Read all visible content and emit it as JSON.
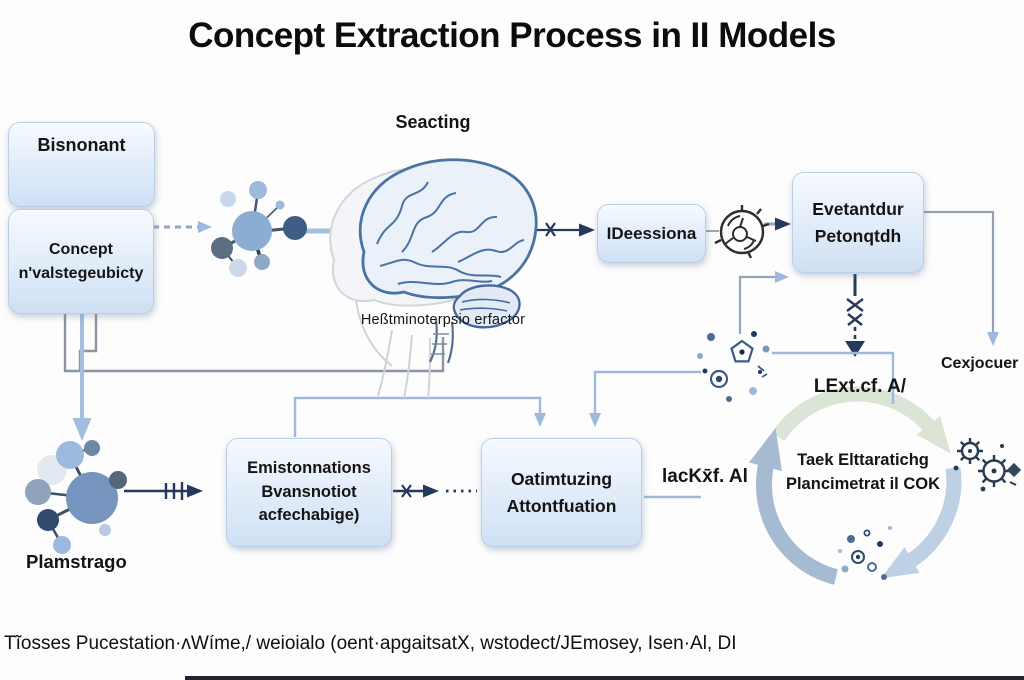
{
  "title": "Concept Extraction Process in II Models",
  "nodes": {
    "bisnonant": {
      "label": "Bisnonant"
    },
    "concept": {
      "line1": "Concept",
      "line2": "n'valstegeubicty"
    },
    "ideessiona": {
      "label": "IDeessiona"
    },
    "evetantdur": {
      "line1": "Evetantdur",
      "line2": "Petonqtdh"
    },
    "emistonnations": {
      "line1": "Emistonnations",
      "line2": "Bvansnotiot",
      "line3": "acfechabige)"
    },
    "oatimtuzing": {
      "line1": "Oatimtuzing",
      "line2": "Attontfuation"
    }
  },
  "labels": {
    "seacting": "Seacting",
    "brain_caption": "Heßtminoterpsio erfactor",
    "cexjocuer": "Cexjocuer",
    "lext": "LExt.cf. A/",
    "cycle_line1": "Taek Elttaratichg",
    "cycle_line2": "Plancimetrat il COK",
    "lackxf": "lacKx̄f. Al",
    "plamstrago": "Plamstrago",
    "caption": "Tĩosses Pucestation·ʌWíme,/ weioialo (oent·apgaitsatX, wstodect/JEmosey, Isen·Al, DI"
  },
  "icons": {
    "molecule_primary": "molecule-network-icon",
    "molecule_secondary": "molecule-network-icon",
    "brain": "brain-icon",
    "sketch_gear": "sketch-gear-icon",
    "gear_cluster": "gears-icon",
    "particle_cluster": "particle-dots-icon",
    "bubble_cluster": "bubble-dots-icon"
  },
  "colors": {
    "box_fill_top": "#f6fafe",
    "box_fill_bottom": "#cfe0f4",
    "box_border": "#b9cfe8",
    "arrow_light_blue": "#a3bfe0",
    "arrow_dark_navy": "#24395c",
    "line_gray": "#8a95a1",
    "arc_green": "#dbe5d6",
    "arc_blue": "#bdd0e4",
    "arc_gray": "#a6bad1",
    "ink": "#141414"
  }
}
